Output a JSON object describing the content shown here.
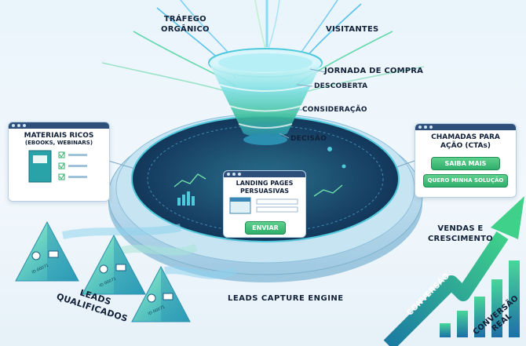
{
  "funnel": {
    "top_left_label": "TRÁFEGO\nORGÂNICO",
    "top_right_label": "VISITANTES",
    "journey_label": "JORNADA DE COMPRA",
    "stages": [
      "DESCOBERTA",
      "CONSIDERAÇÃO",
      "DECISÃO"
    ]
  },
  "rich_materials": {
    "title": "MATERIAIS RICOS",
    "subtitle": "(EBOOKS, WEBINARS)"
  },
  "ctas": {
    "title": "CHAMADAS PARA\nAÇÃO (CTAs)",
    "button_1": "SAIBA MAIS",
    "button_2": "QUERO MINHA SOLUÇÃO"
  },
  "landing": {
    "title": "LANDING PAGES\nPERSUASIVAS",
    "button": "ENVIAR"
  },
  "engine_label": "LEADS CAPTURE ENGINE",
  "qualified_leads": {
    "label": "LEADS\nQUALIFICADOS",
    "pyramid_tag": "ID 00071"
  },
  "growth": {
    "title": "VENDAS E\nCRESCIMENTO",
    "conversion": "CONVERSÃO",
    "real_conversion": "CONVERSÃO\nREAL"
  },
  "colors": {
    "navy": "#12213a",
    "green": "#2fae6b",
    "teal": "#2bc3c9",
    "blue": "#2f6fb0"
  }
}
